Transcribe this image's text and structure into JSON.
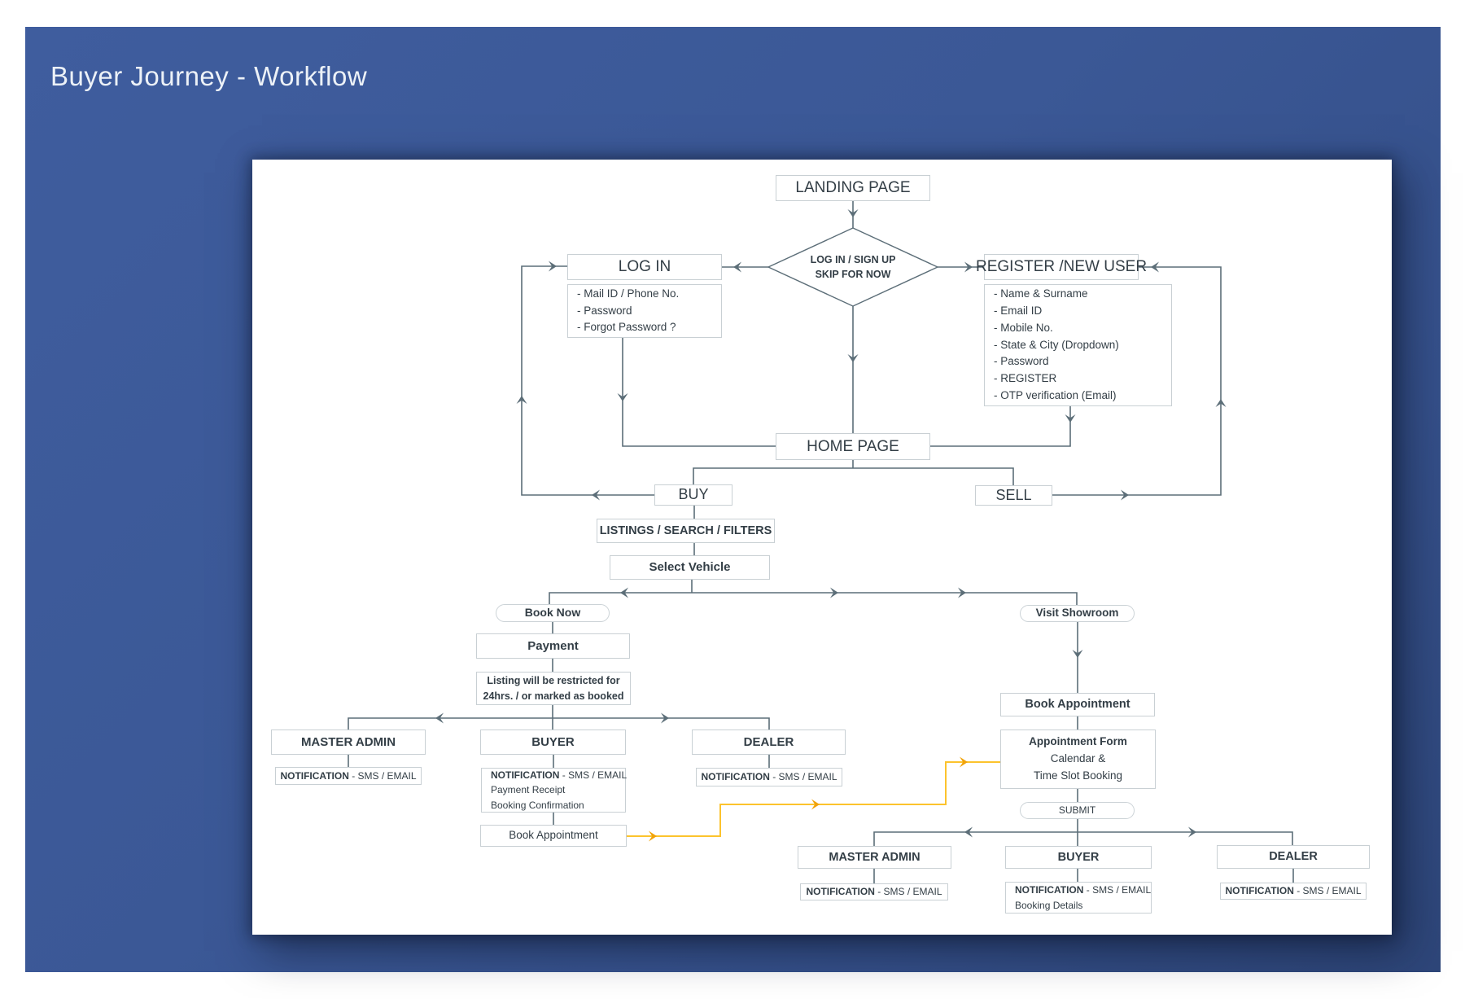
{
  "page": {
    "title": "Buyer Journey - Workflow"
  },
  "colors": {
    "panel_blue": "#3B5896",
    "line_slate": "#5C6E78",
    "yellow_line": "#FCC32D",
    "yellow_arrow": "#F1A30A",
    "text_dark": "#333E46",
    "box_border": "#C9D0D4"
  },
  "diagram": {
    "landing": {
      "label": "LANDING PAGE"
    },
    "decision": {
      "line1": "LOG IN / SIGN UP",
      "line2": "SKIP FOR NOW"
    },
    "login": {
      "label": "LOG IN"
    },
    "login_details": {
      "items": [
        "- Mail ID / Phone No.",
        "- Password",
        "- Forgot Password ?"
      ]
    },
    "register": {
      "label": "REGISTER /NEW USER"
    },
    "register_details": {
      "items": [
        "- Name & Surname",
        "- Email ID",
        "- Mobile No.",
        "- State & City (Dropdown)",
        "- Password",
        "- REGISTER",
        "- OTP verification (Email)"
      ]
    },
    "home": {
      "label": "HOME PAGE"
    },
    "buy": {
      "label": "BUY"
    },
    "sell": {
      "label": "SELL"
    },
    "listings": {
      "label": "LISTINGS / SEARCH / FILTERS"
    },
    "select_vehicle": {
      "label": "Select Vehicle"
    },
    "book_now": {
      "label": "Book Now"
    },
    "payment": {
      "label": "Payment"
    },
    "restricted": {
      "line1": "Listing will be restricted for",
      "line2": "24hrs. / or marked as booked"
    },
    "master_admin_left": {
      "label": "MASTER ADMIN"
    },
    "buyer_left": {
      "label": "BUYER"
    },
    "dealer_left": {
      "label": "DEALER"
    },
    "notif_master_left": {
      "bold": "NOTIFICATION",
      "rest": " - SMS / EMAIL"
    },
    "notif_buyer_left": {
      "bold": "NOTIFICATION",
      "rest": " - SMS / EMAIL",
      "line2": "Payment Receipt",
      "line3": "Booking Confirmation"
    },
    "notif_dealer_left": {
      "bold": "NOTIFICATION",
      "rest": " - SMS / EMAIL"
    },
    "book_appointment_left": {
      "label": "Book Appointment"
    },
    "visit_showroom": {
      "label": "Visit Showroom"
    },
    "book_appointment_right": {
      "label": "Book Appointment"
    },
    "appointment_form": {
      "line1": "Appointment Form",
      "line2": "Calendar &",
      "line3": "Time Slot Booking"
    },
    "submit": {
      "label": "SUBMIT"
    },
    "master_admin_right": {
      "label": "MASTER ADMIN"
    },
    "buyer_right": {
      "label": "BUYER"
    },
    "dealer_right": {
      "label": "DEALER"
    },
    "notif_master_right": {
      "bold": "NOTIFICATION",
      "rest": " - SMS / EMAIL"
    },
    "notif_buyer_right": {
      "bold": "NOTIFICATION",
      "rest": " - SMS / EMAIL",
      "line2": "Booking Details"
    },
    "notif_dealer_right": {
      "bold": "NOTIFICATION",
      "rest": " - SMS / EMAIL"
    }
  }
}
